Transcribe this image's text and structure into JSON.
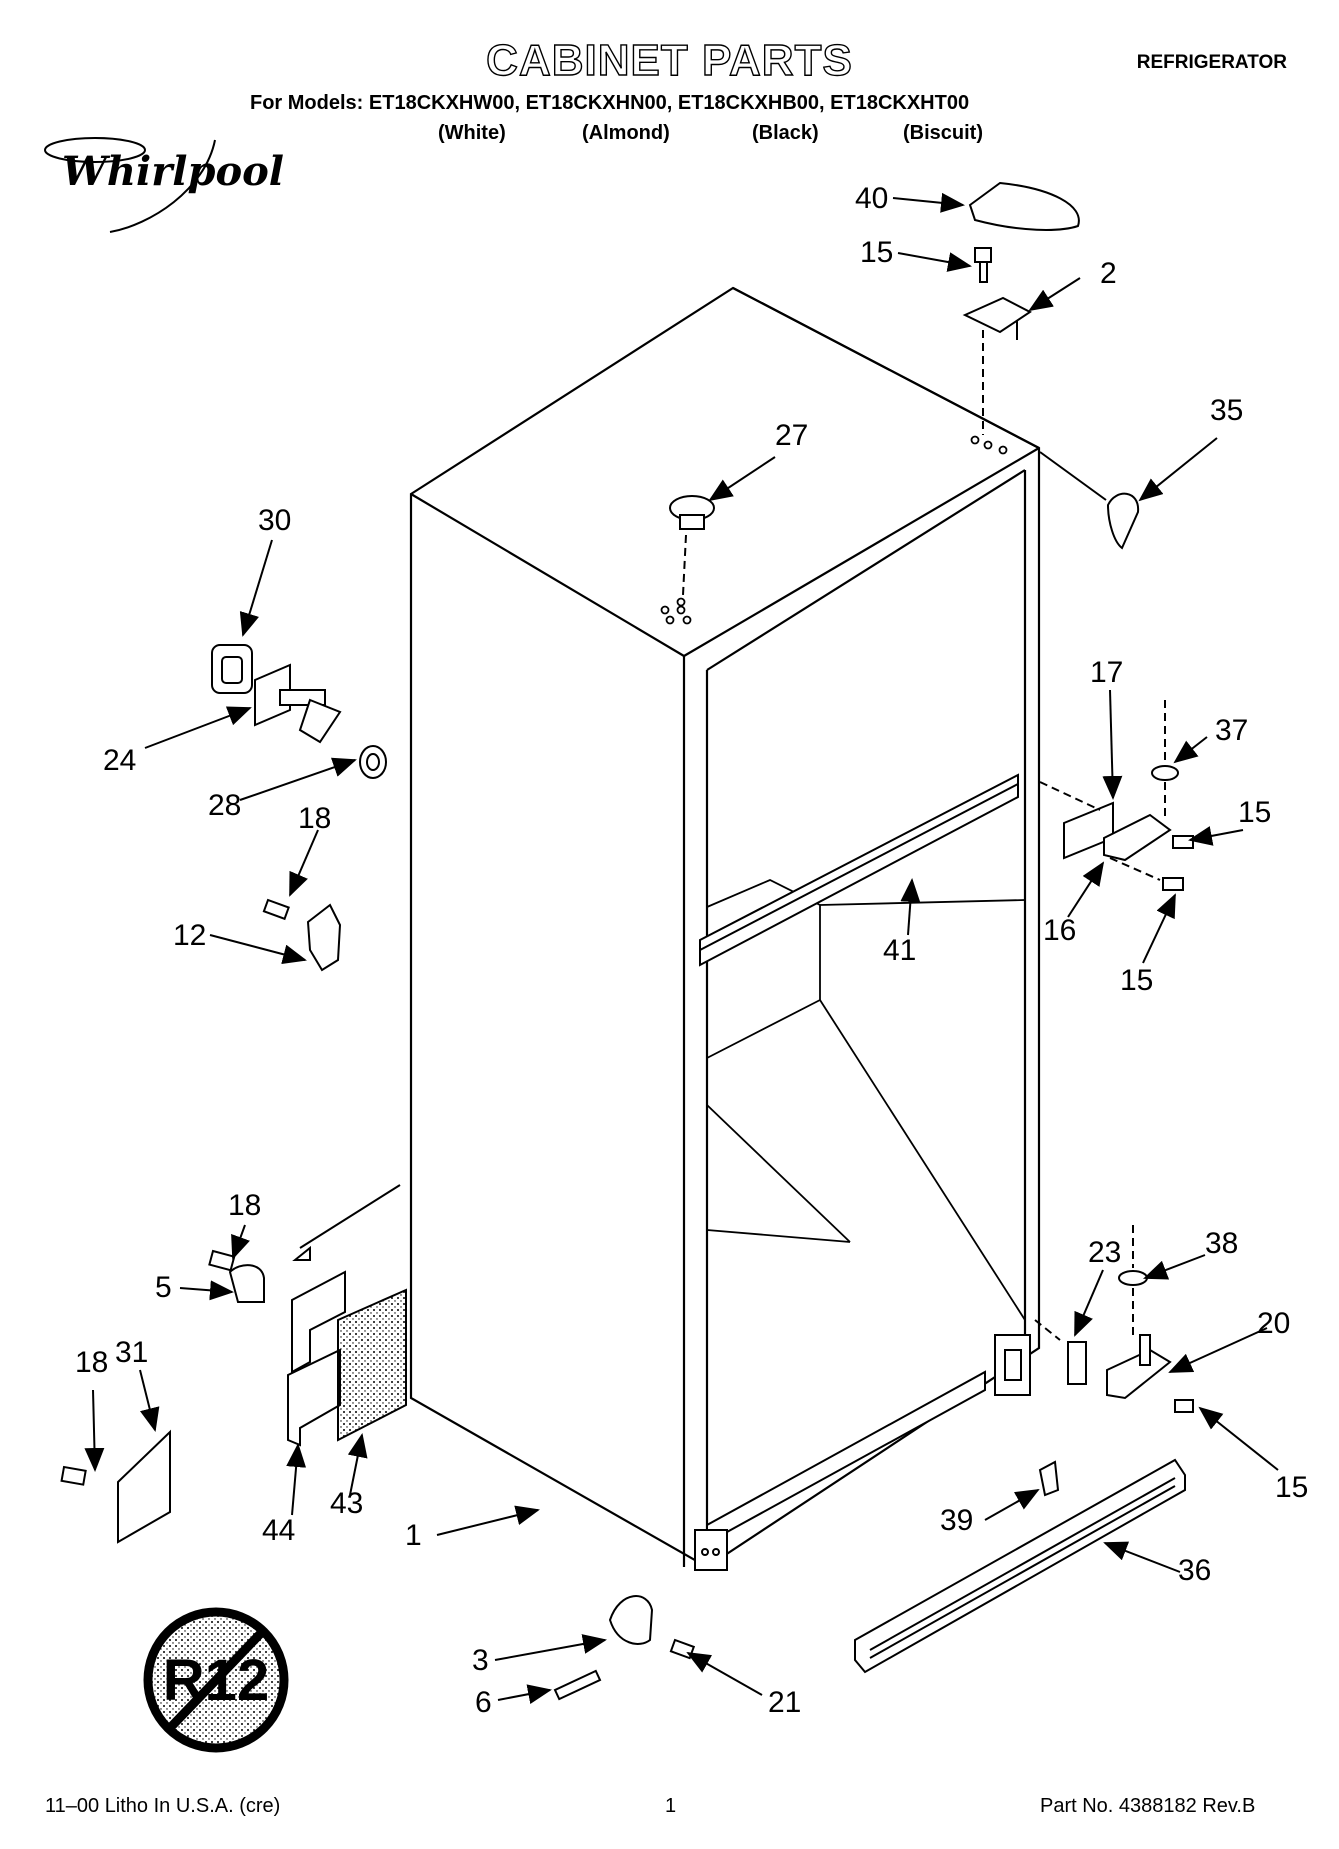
{
  "header": {
    "title": "CABINET PARTS",
    "document_type": "REFRIGERATOR",
    "models_line": "For Models: ET18CKXHW00, ET18CKXHN00, ET18CKXHB00, ET18CKXHT00",
    "colors": [
      "(White)",
      "(Almond)",
      "(Black)",
      "(Biscuit)"
    ]
  },
  "brand": {
    "logo_text": "Whirlpool",
    "no_refrigerant_symbol": "R12"
  },
  "callouts": [
    "40",
    "15",
    "2",
    "35",
    "27",
    "30",
    "24",
    "28",
    "18",
    "12",
    "17",
    "37",
    "15",
    "16",
    "15",
    "41",
    "18",
    "5",
    "31",
    "18",
    "44",
    "43",
    "1",
    "23",
    "38",
    "20",
    "15",
    "39",
    "36",
    "3",
    "6",
    "21"
  ],
  "footer": {
    "litho": "11–00 Litho In U.S.A. (cre)",
    "page_number": "1",
    "part_number": "Part No. 4388182 Rev.B"
  }
}
